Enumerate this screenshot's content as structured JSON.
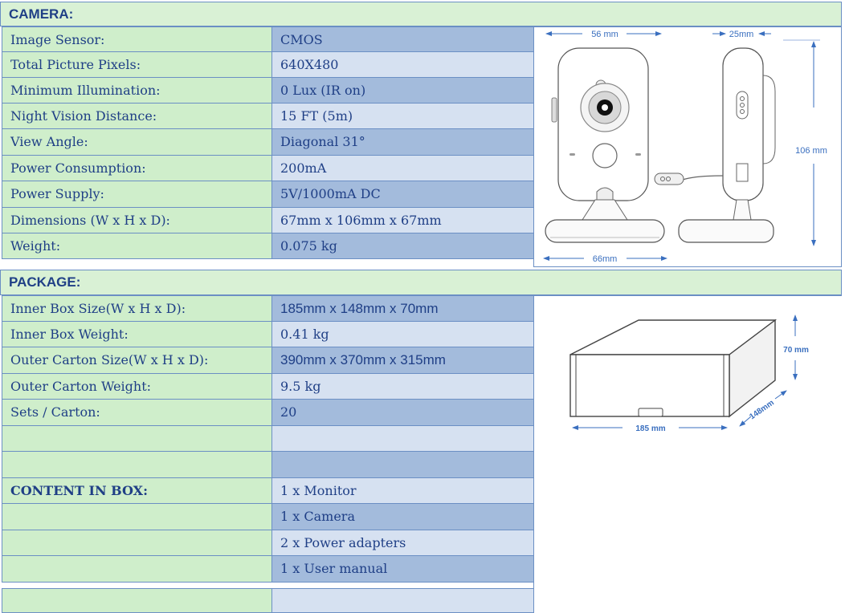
{
  "camera": {
    "heading": "CAMERA:",
    "rows": [
      {
        "label": "Image Sensor:",
        "value": "CMOS"
      },
      {
        "label": "Total Picture Pixels:",
        "value": "640X480"
      },
      {
        "label": "Minimum Illumination:",
        "value": "0 Lux (IR on)"
      },
      {
        "label": "Night Vision Distance:",
        "value": "15 FT (5m)"
      },
      {
        "label": "View Angle:",
        "value": "Diagonal 31°"
      },
      {
        "label": "Power Consumption:",
        "value": "200mA"
      },
      {
        "label": "Power Supply:",
        "value": "5V/1000mA DC"
      },
      {
        "label": "Dimensions (W x H x D):",
        "value": "67mm x 106mm x 67mm"
      },
      {
        "label": "Weight:",
        "value": "0.075 kg"
      }
    ],
    "diagram": {
      "width_label": "56 mm",
      "depth_label": "25mm",
      "height_label": "106 mm",
      "base_label": "66mm"
    }
  },
  "package": {
    "heading": "PACKAGE:",
    "rows": [
      {
        "label": "Inner Box Size(W x H x D):",
        "value": "185mm x 148mm x 70mm"
      },
      {
        "label": "Inner Box Weight:",
        "value": "0.41 kg"
      },
      {
        "label": "Outer Carton Size(W x H x D):",
        "value": "390mm x 370mm x 315mm"
      },
      {
        "label": "Outer Carton Weight:",
        "value": "9.5 kg"
      },
      {
        "label": "Sets / Carton:",
        "value": "20"
      },
      {
        "label": "",
        "value": ""
      },
      {
        "label": "",
        "value": ""
      },
      {
        "label": "CONTENT IN BOX:",
        "value": "1 x Monitor"
      },
      {
        "label": "",
        "value": "1 x Camera"
      },
      {
        "label": "",
        "value": "2 x Power adapters"
      },
      {
        "label": "",
        "value": "1 x User manual"
      },
      {
        "label": "",
        "value": ""
      }
    ],
    "diagram": {
      "height_label": "70 mm",
      "depth_label": "148mm",
      "width_label": "185 mm"
    }
  }
}
